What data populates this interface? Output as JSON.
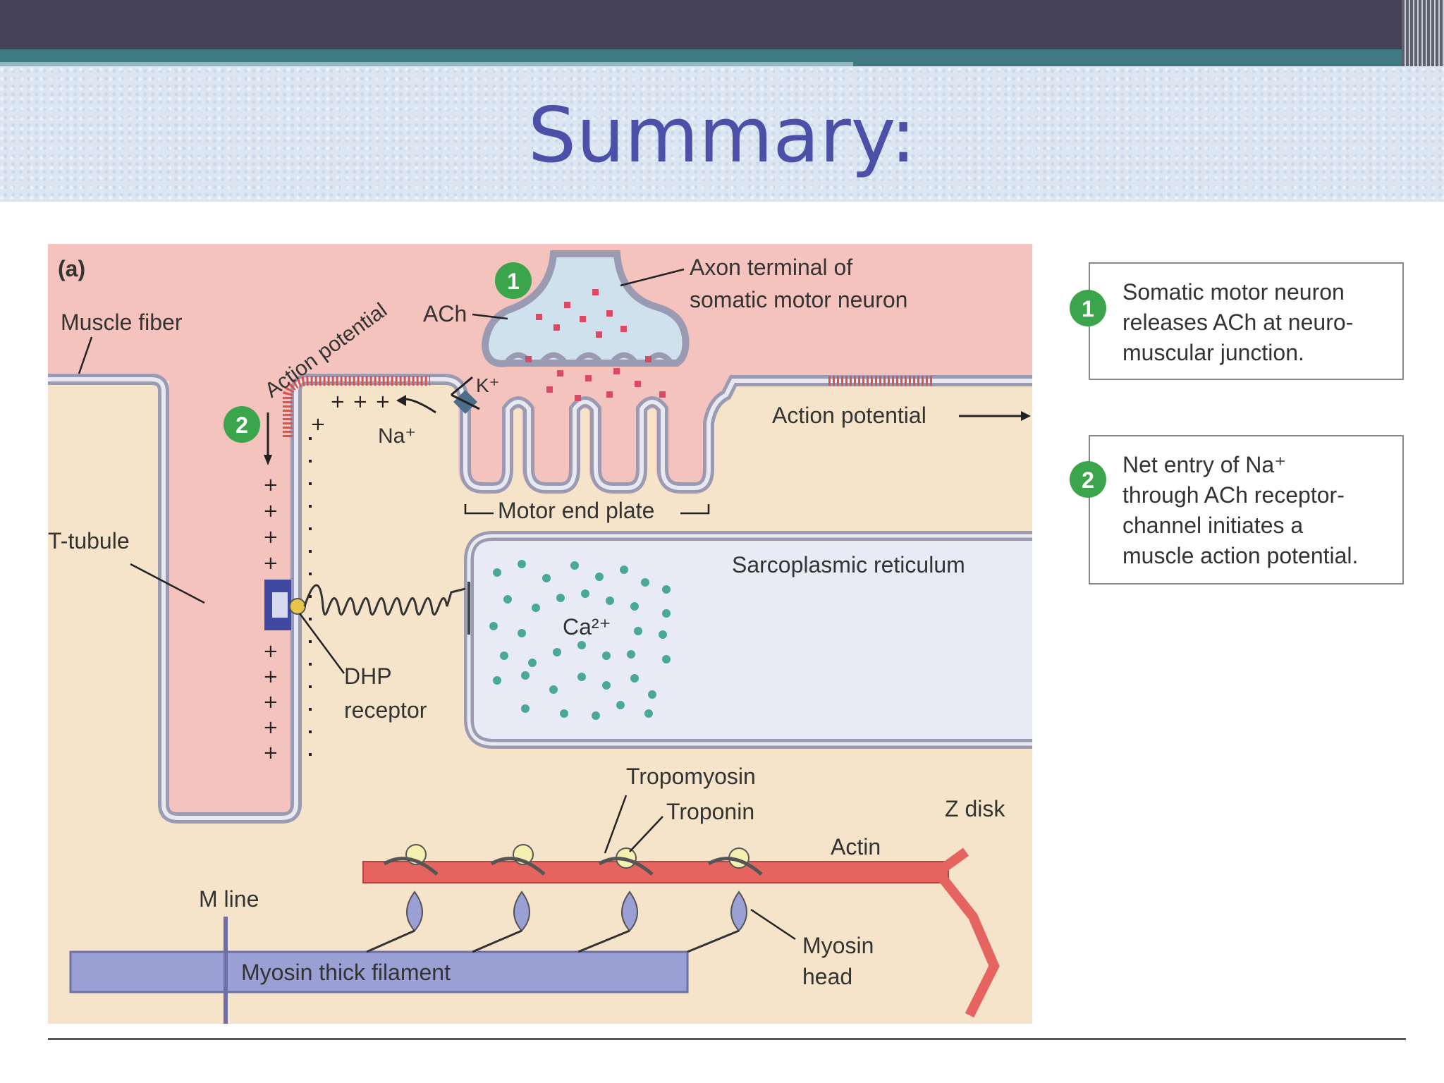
{
  "slide": {
    "title": "Summary:"
  },
  "diagram": {
    "panel_label": "(a)",
    "labels": {
      "muscle_fiber": "Muscle fiber",
      "t_tubule": "T-tubule",
      "action_potential_curved": "Action potential",
      "ach": "ACh",
      "axon_terminal_1": "Axon terminal of",
      "axon_terminal_2": "somatic motor neuron",
      "k_ion": "K⁺",
      "na_ion": "Na⁺",
      "action_potential_right": "Action potential",
      "motor_end_plate": "Motor end plate",
      "sarcoplasmic_reticulum": "Sarcoplasmic reticulum",
      "calcium": "Ca²⁺",
      "dhp_1": "DHP",
      "dhp_2": "receptor",
      "tropomyosin": "Tropomyosin",
      "troponin": "Troponin",
      "actin": "Actin",
      "z_disk": "Z disk",
      "m_line": "M line",
      "myosin_thick_filament": "Myosin thick filament",
      "myosin_head_1": "Myosin",
      "myosin_head_2": "head"
    },
    "step_markers": [
      "1",
      "2"
    ],
    "colors": {
      "cytoplasm": "#f5e4c9",
      "extracellular": "#f4c3bd",
      "membrane": "#9a9ab2",
      "actin": "#e5645f",
      "myosin": "#9a9fd4",
      "step_green": "#3aa54a",
      "calcium_dot": "#4aa89a",
      "ach_dot": "#d84a66"
    }
  },
  "steps": [
    {
      "number": "1",
      "lines": [
        "Somatic motor neuron",
        "releases ACh at neuro-",
        "muscular junction."
      ]
    },
    {
      "number": "2",
      "lines": [
        "Net entry of Na⁺",
        "through ACh receptor-",
        "channel initiates a",
        "muscle action potential."
      ]
    }
  ]
}
